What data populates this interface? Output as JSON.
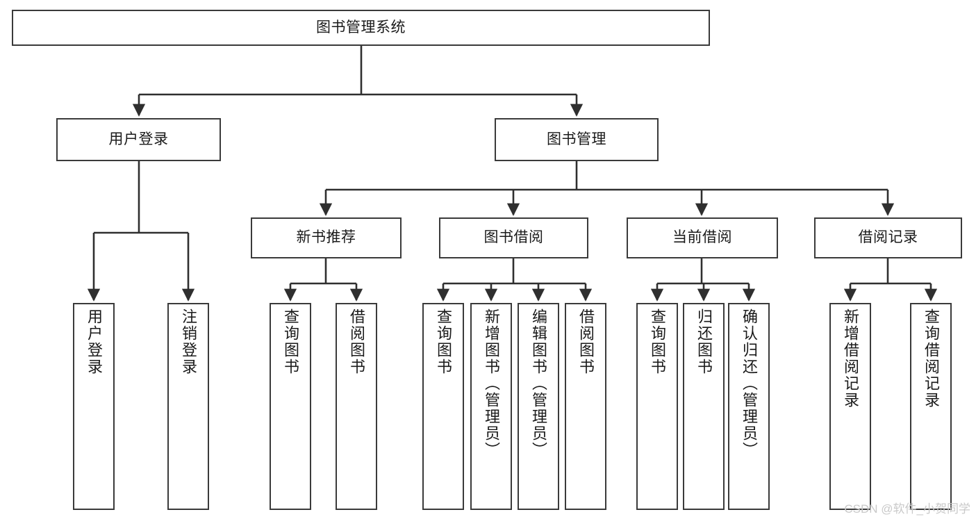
{
  "diagram": {
    "title": "图书管理系统",
    "type": "hierarchy-tree",
    "watermark": "CSDN @软件_小贺同学",
    "colors": {
      "stroke": "#3a3a3a",
      "fill": "#ffffff",
      "text": "#1a1a1a",
      "watermark": "#c9c9c9"
    },
    "levels": {
      "root": {
        "label": "图书管理系统"
      },
      "level2": [
        {
          "label": "用户登录"
        },
        {
          "label": "图书管理"
        }
      ],
      "level3": [
        {
          "label": "新书推荐"
        },
        {
          "label": "图书借阅"
        },
        {
          "label": "当前借阅"
        },
        {
          "label": "借阅记录"
        }
      ],
      "leaves": {
        "user_login": [
          {
            "label": "用户登录"
          },
          {
            "label": "注销登录"
          }
        ],
        "new_book_recommend": [
          {
            "label": "查询图书"
          },
          {
            "label": "借阅图书"
          }
        ],
        "book_borrow": [
          {
            "label": "查询图书"
          },
          {
            "label": "新增图书（管理员）"
          },
          {
            "label": "编辑图书（管理员）"
          },
          {
            "label": "借阅图书"
          }
        ],
        "current_borrow": [
          {
            "label": "查询图书"
          },
          {
            "label": "归还图书"
          },
          {
            "label": "确认归还（管理员）"
          }
        ],
        "borrow_record": [
          {
            "label": "新增借阅记录"
          },
          {
            "label": "查询借阅记录"
          }
        ]
      }
    }
  }
}
